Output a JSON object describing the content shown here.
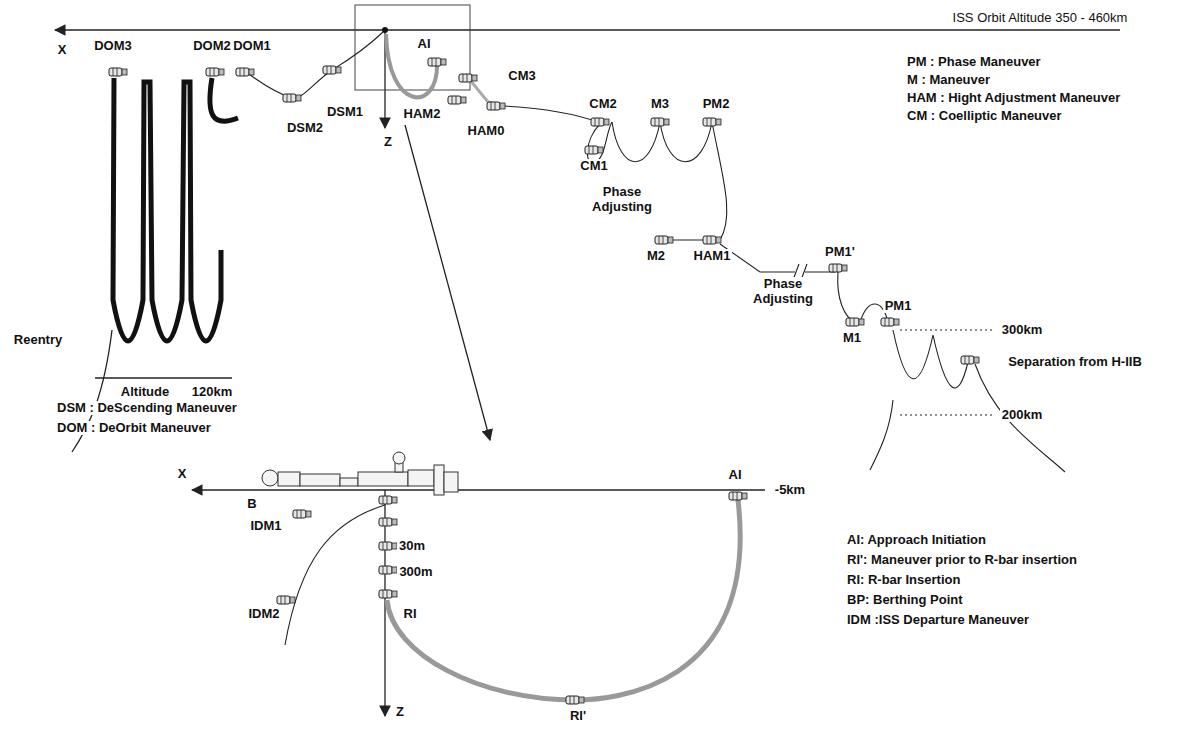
{
  "diagram": {
    "labels": [
      "ISS Orbit  Altitude 350 - 460km",
      "X",
      "PM : Phase Maneuver",
      "M : Maneuver",
      "HAM : Hight Adjustment Maneuver",
      "CM : Coelliptic Maneuver",
      "DOM3",
      "DOM2",
      "DOM1",
      "AI",
      "HAM2",
      "CM3",
      "DSM1",
      "DSM2",
      "HAM0",
      "CM2",
      "M3",
      "PM2",
      "CM1",
      "Phase Adjusting",
      "M2",
      "HAM1",
      "Phase Adjusting",
      "PM1'",
      "M1",
      "PM1",
      "300km",
      "Separation from H-IIB",
      "200km",
      "Z",
      "Reentry",
      "Altitude",
      "120km",
      "DSM : DeScending Maneuver",
      "DOM : DeOrbit Maneuver",
      "X",
      "B",
      "AI",
      "-5km",
      "IDM1",
      "30m",
      "300m",
      "IDM2",
      "RI",
      "Z",
      "RI'",
      "AI: Approach Initiation",
      "RI': Maneuver prior to R-bar insertion",
      "RI: R-bar Insertion",
      "BP: Berthing Point",
      "IDM :ISS Departure Maneuver"
    ]
  }
}
